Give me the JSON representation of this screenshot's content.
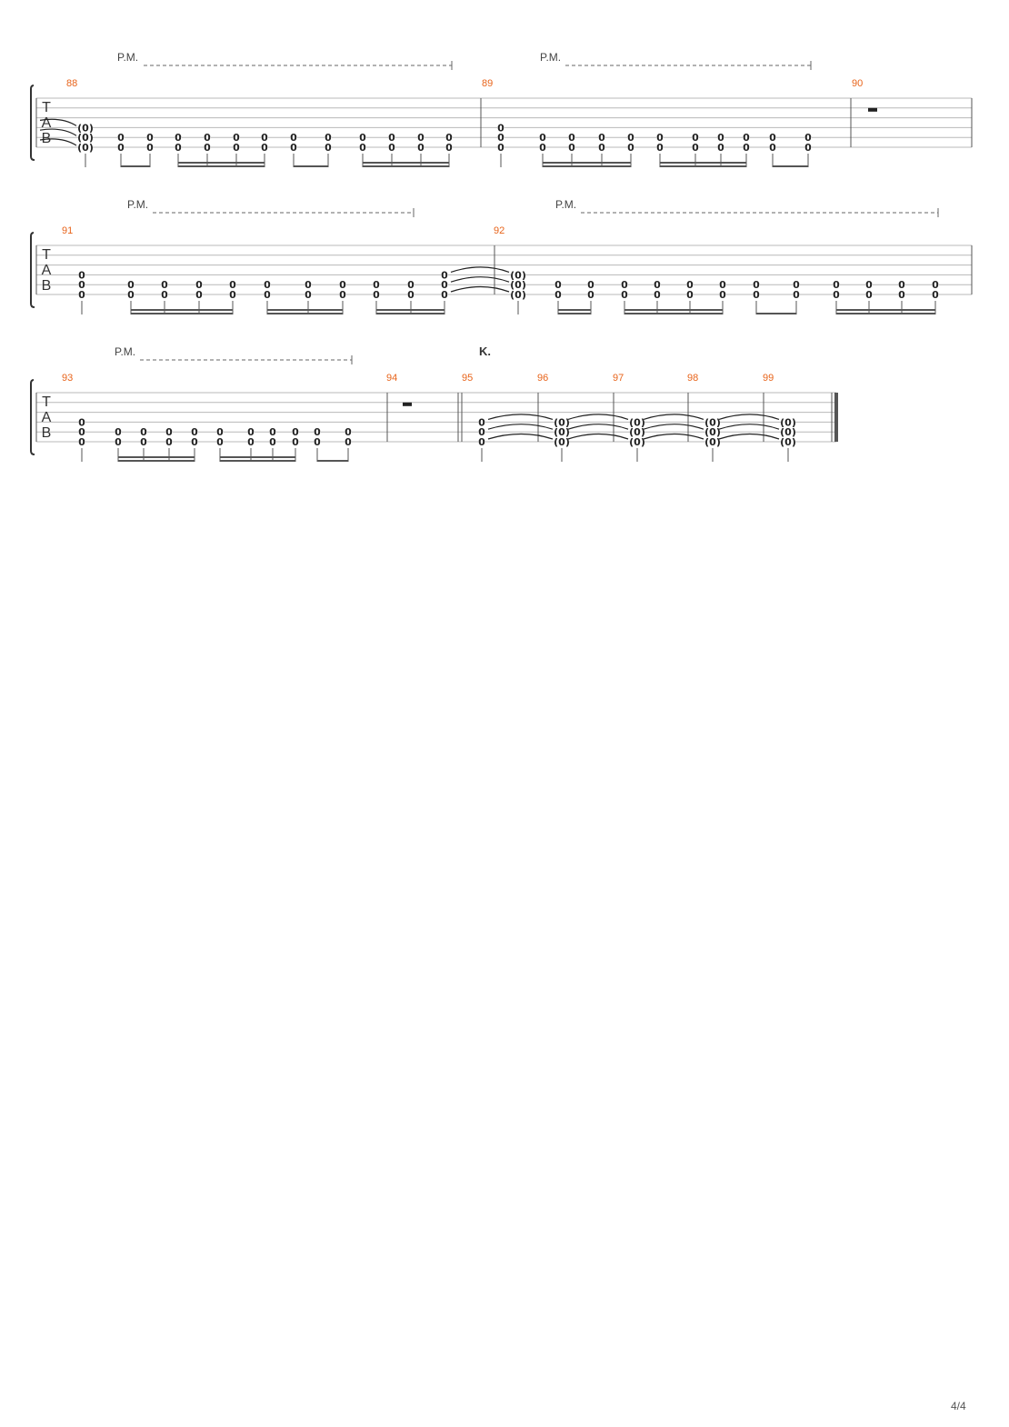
{
  "document": {
    "page_number": "4/4",
    "tab_clef": [
      "T",
      "A",
      "B"
    ],
    "colors": {
      "measure_number": "#e8641b",
      "staff_line": "#b8b8b8",
      "notation": "#222222"
    }
  },
  "systems": [
    {
      "palm_mutes": [
        {
          "label": "P.M."
        },
        {
          "label": "P.M."
        }
      ],
      "measures": [
        {
          "number": "88",
          "beats": [
            {
              "notes": [
                "(0)",
                "(0)",
                "(0)"
              ],
              "strings": [
                4,
                5,
                6
              ]
            },
            {
              "notes": [
                "0",
                "0"
              ]
            },
            {
              "notes": [
                "0",
                "0"
              ]
            },
            {
              "notes": [
                "0",
                "0"
              ]
            },
            {
              "notes": [
                "0",
                "0"
              ]
            },
            {
              "notes": [
                "0",
                "0"
              ]
            },
            {
              "notes": [
                "0",
                "0"
              ]
            },
            {
              "notes": [
                "0",
                "0"
              ]
            },
            {
              "notes": [
                "0",
                "0"
              ]
            },
            {
              "notes": [
                "0",
                "0"
              ]
            },
            {
              "notes": [
                "0",
                "0"
              ]
            },
            {
              "notes": [
                "0",
                "0"
              ]
            },
            {
              "notes": [
                "0",
                "0"
              ]
            }
          ]
        },
        {
          "number": "89",
          "beats": [
            {
              "notes": [
                "0",
                "0",
                "0"
              ],
              "strings": [
                4,
                5,
                6
              ]
            },
            {
              "notes": [
                "0",
                "0"
              ]
            },
            {
              "notes": [
                "0",
                "0"
              ]
            },
            {
              "notes": [
                "0",
                "0"
              ]
            },
            {
              "notes": [
                "0",
                "0"
              ]
            },
            {
              "notes": [
                "0",
                "0"
              ]
            },
            {
              "notes": [
                "0",
                "0"
              ]
            },
            {
              "notes": [
                "0",
                "0"
              ]
            },
            {
              "notes": [
                "0",
                "0"
              ]
            },
            {
              "notes": [
                "0",
                "0"
              ]
            },
            {
              "notes": [
                "0",
                "0"
              ]
            }
          ]
        },
        {
          "number": "90",
          "rest": "whole"
        }
      ]
    },
    {
      "palm_mutes": [
        {
          "label": "P.M."
        },
        {
          "label": "P.M."
        }
      ],
      "measures": [
        {
          "number": "91",
          "beats": [
            {
              "notes": [
                "0",
                "0",
                "0"
              ],
              "strings": [
                4,
                5,
                6
              ]
            },
            {
              "notes": [
                "0",
                "0"
              ]
            },
            {
              "notes": [
                "0",
                "0"
              ]
            },
            {
              "notes": [
                "0",
                "0"
              ]
            },
            {
              "notes": [
                "0",
                "0"
              ]
            },
            {
              "notes": [
                "0",
                "0"
              ]
            },
            {
              "notes": [
                "0",
                "0"
              ]
            },
            {
              "notes": [
                "0",
                "0"
              ]
            },
            {
              "notes": [
                "0",
                "0"
              ]
            },
            {
              "notes": [
                "0",
                "0"
              ]
            },
            {
              "notes": [
                "0",
                "0",
                "0"
              ],
              "strings": [
                4,
                5,
                6
              ]
            }
          ]
        },
        {
          "number": "92",
          "beats": [
            {
              "notes": [
                "(0)",
                "(0)",
                "(0)"
              ],
              "strings": [
                4,
                5,
                6
              ]
            },
            {
              "notes": [
                "0",
                "0"
              ]
            },
            {
              "notes": [
                "0",
                "0"
              ]
            },
            {
              "notes": [
                "0",
                "0"
              ]
            },
            {
              "notes": [
                "0",
                "0"
              ]
            },
            {
              "notes": [
                "0",
                "0"
              ]
            },
            {
              "notes": [
                "0",
                "0"
              ]
            },
            {
              "notes": [
                "0",
                "0"
              ]
            },
            {
              "notes": [
                "0",
                "0"
              ]
            },
            {
              "notes": [
                "0",
                "0"
              ]
            },
            {
              "notes": [
                "0",
                "0"
              ]
            },
            {
              "notes": [
                "0",
                "0"
              ]
            },
            {
              "notes": [
                "0",
                "0"
              ]
            }
          ]
        }
      ]
    },
    {
      "palm_mutes": [
        {
          "label": "P.M."
        }
      ],
      "section_marker": "K.",
      "measures": [
        {
          "number": "93",
          "beats": [
            {
              "notes": [
                "0",
                "0",
                "0"
              ],
              "strings": [
                4,
                5,
                6
              ]
            },
            {
              "notes": [
                "0",
                "0"
              ]
            },
            {
              "notes": [
                "0",
                "0"
              ]
            },
            {
              "notes": [
                "0",
                "0"
              ]
            },
            {
              "notes": [
                "0",
                "0"
              ]
            },
            {
              "notes": [
                "0",
                "0"
              ]
            },
            {
              "notes": [
                "0",
                "0"
              ]
            },
            {
              "notes": [
                "0",
                "0"
              ]
            },
            {
              "notes": [
                "0",
                "0"
              ]
            },
            {
              "notes": [
                "0",
                "0"
              ]
            },
            {
              "notes": [
                "0",
                "0"
              ]
            }
          ]
        },
        {
          "number": "94",
          "rest": "whole"
        },
        {
          "number": "95",
          "beats": [
            {
              "notes": [
                "0",
                "0",
                "0"
              ],
              "strings": [
                4,
                5,
                6
              ]
            }
          ]
        },
        {
          "number": "96",
          "beats": [
            {
              "notes": [
                "(0)",
                "(0)",
                "(0)"
              ],
              "strings": [
                4,
                5,
                6
              ]
            }
          ]
        },
        {
          "number": "97",
          "beats": [
            {
              "notes": [
                "(0)",
                "(0)",
                "(0)"
              ],
              "strings": [
                4,
                5,
                6
              ]
            }
          ]
        },
        {
          "number": "98",
          "beats": [
            {
              "notes": [
                "(0)",
                "(0)",
                "(0)"
              ],
              "strings": [
                4,
                5,
                6
              ]
            }
          ]
        },
        {
          "number": "99",
          "beats": [
            {
              "notes": [
                "(0)",
                "(0)",
                "(0)"
              ],
              "strings": [
                4,
                5,
                6
              ]
            }
          ]
        }
      ]
    }
  ]
}
